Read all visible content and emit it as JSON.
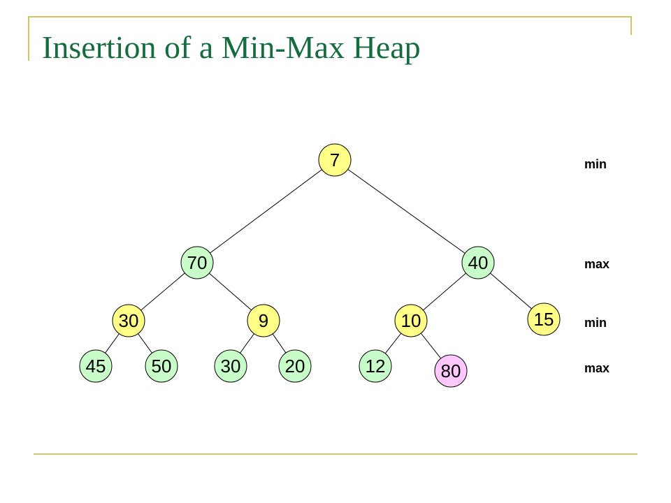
{
  "slide": {
    "title": "Insertion of a Min-Max Heap"
  },
  "heap": {
    "levels": [
      "min",
      "max",
      "min",
      "max"
    ],
    "nodes": [
      {
        "id": "n-7",
        "value": "7",
        "color": "#ffff88"
      },
      {
        "id": "n-70",
        "value": "70",
        "color": "#c8fcc8"
      },
      {
        "id": "n-40",
        "value": "40",
        "color": "#c8fcc8"
      },
      {
        "id": "n-30a",
        "value": "30",
        "color": "#ffff88"
      },
      {
        "id": "n-9",
        "value": "9",
        "color": "#ffff88"
      },
      {
        "id": "n-10",
        "value": "10",
        "color": "#ffff88"
      },
      {
        "id": "n-15",
        "value": "15",
        "color": "#ffff88"
      },
      {
        "id": "n-45",
        "value": "45",
        "color": "#c8fcc8"
      },
      {
        "id": "n-50",
        "value": "50",
        "color": "#c8fcc8"
      },
      {
        "id": "n-30b",
        "value": "30",
        "color": "#c8fcc8"
      },
      {
        "id": "n-20",
        "value": "20",
        "color": "#c8fcc8"
      },
      {
        "id": "n-12",
        "value": "12",
        "color": "#c8fcc8"
      },
      {
        "id": "n-80",
        "value": "80",
        "color": "#fcc8fc",
        "inserted": true
      }
    ],
    "edges": [
      [
        "n-7",
        "n-70"
      ],
      [
        "n-7",
        "n-40"
      ],
      [
        "n-70",
        "n-30a"
      ],
      [
        "n-70",
        "n-9"
      ],
      [
        "n-40",
        "n-10"
      ],
      [
        "n-40",
        "n-15"
      ],
      [
        "n-30a",
        "n-45"
      ],
      [
        "n-30a",
        "n-50"
      ],
      [
        "n-9",
        "n-30b"
      ],
      [
        "n-9",
        "n-20"
      ],
      [
        "n-10",
        "n-12"
      ],
      [
        "n-10",
        "n-80"
      ]
    ]
  }
}
